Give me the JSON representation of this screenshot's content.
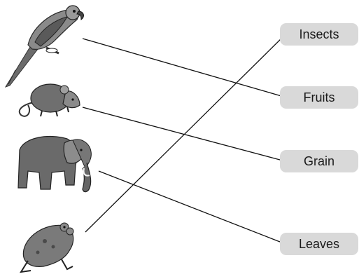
{
  "food_options": {
    "insects": "Insects",
    "fruits": "Fruits",
    "grain": "Grain",
    "leaves": "Leaves"
  },
  "animal_icons": [
    "parrot-icon",
    "rat-icon",
    "elephant-icon",
    "frog-icon"
  ],
  "matches": [
    {
      "animal": "parrot",
      "food": "fruits"
    },
    {
      "animal": "rat",
      "food": "grain"
    },
    {
      "animal": "elephant",
      "food": "leaves"
    },
    {
      "animal": "frog",
      "food": "insects"
    }
  ],
  "colors": {
    "box_fill": "#d9d9d9",
    "line": "#111111",
    "text": "#1a1a1a"
  }
}
